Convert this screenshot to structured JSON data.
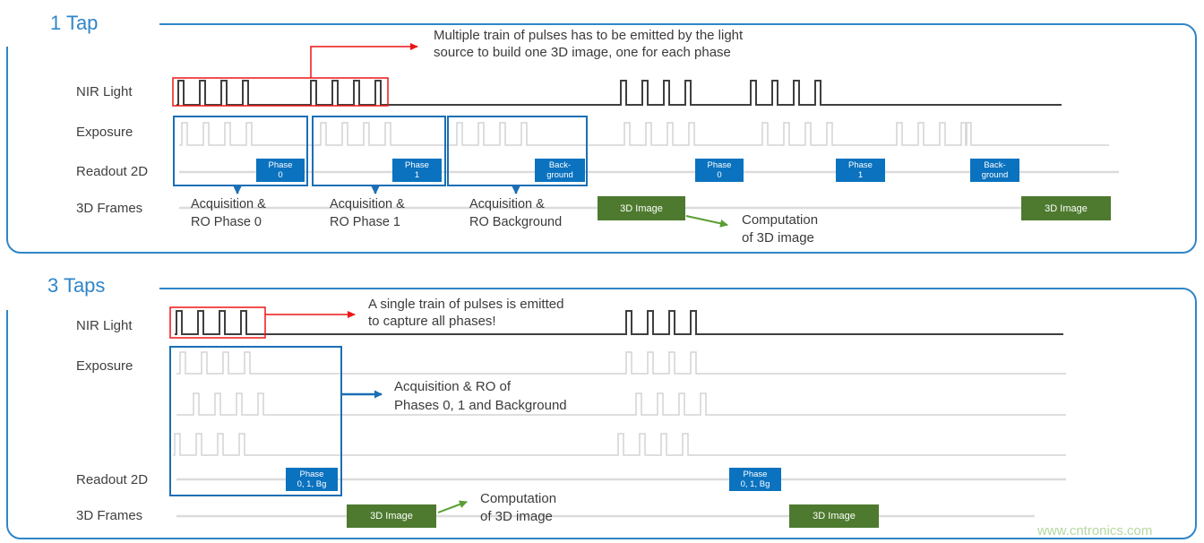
{
  "watermark": "www.cntronics.com",
  "colors": {
    "accent_blue": "#2F86C9",
    "deep_blue": "#1B6FB5",
    "chip_blue": "#0B72BF",
    "box_green": "#4D7A2E",
    "arrow_green": "#5A9E32",
    "red": "#EE1515",
    "dark_wave": "#3F3F3F",
    "light_wave": "#D4D4D4",
    "baseline_gray": "#DBDBDB",
    "text_gray": "#3B3B3B",
    "watermark_green": "#B5D8A2"
  },
  "tap1": {
    "title": "1 Tap",
    "row_labels": {
      "nir": "NIR Light",
      "exposure": "Exposure",
      "readout": "Readout 2D",
      "frames": "3D Frames"
    },
    "annotation_line1": "Multiple train of pulses has to be emitted by the light",
    "annotation_line2": "source to build one 3D image, one for each phase",
    "chips": [
      [
        "Phase",
        "0"
      ],
      [
        "Phase",
        "1"
      ],
      [
        "Back-",
        "ground"
      ],
      [
        "Phase",
        "0"
      ],
      [
        "Phase",
        "1"
      ],
      [
        "Back-",
        "ground"
      ]
    ],
    "acquisitions": [
      [
        "Acquisition &",
        "RO Phase 0"
      ],
      [
        "Acquisition &",
        "RO Phase 1"
      ],
      [
        "Acquisition &",
        "RO Background"
      ]
    ],
    "frame_boxes": [
      "3D Image",
      "3D Image"
    ],
    "computation_line1": "Computation",
    "computation_line2": "of 3D image"
  },
  "tap3": {
    "title": "3 Taps",
    "row_labels": {
      "nir": "NIR Light",
      "exposure": "Exposure",
      "readout": "Readout 2D",
      "frames": "3D Frames"
    },
    "annotation_line1": "A single train of pulses is emitted",
    "annotation_line2": "to capture all phases!",
    "acq_annotation_line1": "Acquisition & RO of",
    "acq_annotation_line2": "Phases 0, 1 and Background",
    "chips": [
      [
        "Phase",
        "0, 1, Bg"
      ],
      [
        "Phase",
        "0, 1, Bg"
      ]
    ],
    "frame_boxes": [
      "3D Image",
      "3D Image"
    ],
    "computation_line1": "Computation",
    "computation_line2": "of 3D image"
  }
}
